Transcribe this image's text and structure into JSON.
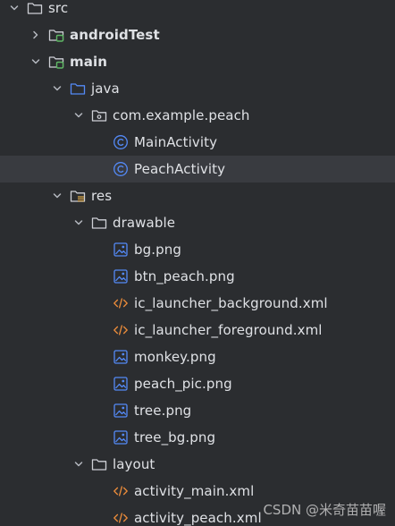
{
  "tree": {
    "items": [
      {
        "label": "src",
        "icon": "folder-icon",
        "expand": "expanded",
        "indent": 0,
        "bold": false
      },
      {
        "label": "androidTest",
        "icon": "module-folder-icon",
        "expand": "collapsed",
        "indent": 1,
        "bold": true
      },
      {
        "label": "main",
        "icon": "module-folder-icon",
        "expand": "expanded",
        "indent": 1,
        "bold": true
      },
      {
        "label": "java",
        "icon": "source-folder-icon",
        "expand": "expanded",
        "indent": 2,
        "bold": false
      },
      {
        "label": "com.example.peach",
        "icon": "package-icon",
        "expand": "expanded",
        "indent": 3,
        "bold": false
      },
      {
        "label": "MainActivity",
        "icon": "class-icon",
        "expand": "none",
        "indent": 4,
        "bold": false
      },
      {
        "label": "PeachActivity",
        "icon": "class-icon",
        "expand": "none",
        "indent": 4,
        "bold": false,
        "selected": true
      },
      {
        "label": "res",
        "icon": "resource-folder-icon",
        "expand": "expanded",
        "indent": 2,
        "bold": false
      },
      {
        "label": "drawable",
        "icon": "folder-icon",
        "expand": "expanded",
        "indent": 3,
        "bold": false
      },
      {
        "label": "bg.png",
        "icon": "image-file-icon",
        "expand": "none",
        "indent": 4,
        "bold": false
      },
      {
        "label": "btn_peach.png",
        "icon": "image-file-icon",
        "expand": "none",
        "indent": 4,
        "bold": false
      },
      {
        "label": "ic_launcher_background.xml",
        "icon": "xml-file-icon",
        "expand": "none",
        "indent": 4,
        "bold": false
      },
      {
        "label": "ic_launcher_foreground.xml",
        "icon": "xml-file-icon",
        "expand": "none",
        "indent": 4,
        "bold": false
      },
      {
        "label": "monkey.png",
        "icon": "image-file-icon",
        "expand": "none",
        "indent": 4,
        "bold": false
      },
      {
        "label": "peach_pic.png",
        "icon": "image-file-icon",
        "expand": "none",
        "indent": 4,
        "bold": false
      },
      {
        "label": "tree.png",
        "icon": "image-file-icon",
        "expand": "none",
        "indent": 4,
        "bold": false
      },
      {
        "label": "tree_bg.png",
        "icon": "image-file-icon",
        "expand": "none",
        "indent": 4,
        "bold": false
      },
      {
        "label": "layout",
        "icon": "folder-icon",
        "expand": "expanded",
        "indent": 3,
        "bold": false
      },
      {
        "label": "activity_main.xml",
        "icon": "xml-file-icon",
        "expand": "none",
        "indent": 4,
        "bold": false
      },
      {
        "label": "activity_peach.xml",
        "icon": "xml-file-icon",
        "expand": "none",
        "indent": 4,
        "bold": false
      }
    ]
  },
  "watermark": "CSDN @米奇苗苗喔",
  "colors": {
    "background": "#2b2d30",
    "selected_row": "#393b40",
    "text": "#dfe1e5",
    "arrow": "#b4b8bf",
    "folder_stroke": "#ced0d6",
    "module_badge": "#5fb865",
    "source_folder": "#548af7",
    "resource_lines": "#d4a34a",
    "class_circle": "#548af7",
    "image_icon": "#548af7",
    "xml_icon": "#e88a3a"
  }
}
